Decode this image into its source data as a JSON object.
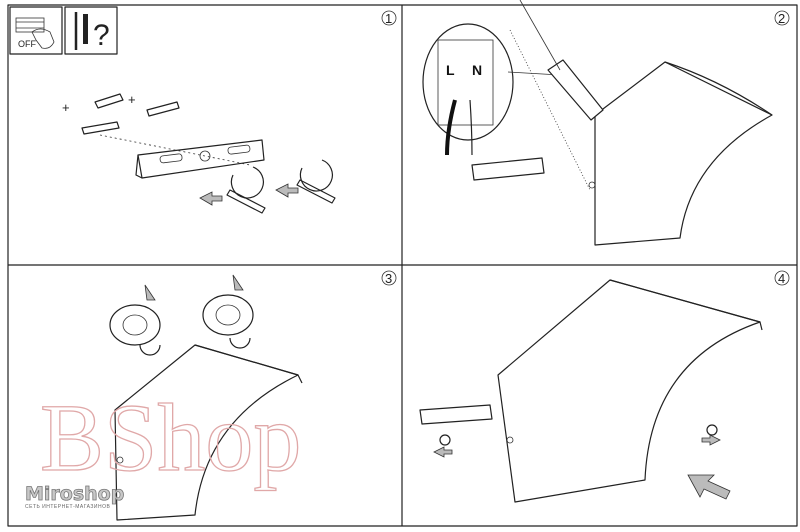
{
  "title": "Wall lamp installation instructions",
  "icons": {
    "power_off": {
      "icon": "breaker-switch-off-icon",
      "label": "OFF"
    },
    "fasteners": {
      "icon": "screw-and-dowel-icon",
      "label": "?"
    }
  },
  "steps": [
    {
      "number": "1",
      "description_icon": "mount-bracket-with-screws-and-dowels"
    },
    {
      "number": "2",
      "description_icon": "connect-wires-to-terminal"
    },
    {
      "number": "3",
      "description_icon": "screw-in-bulbs"
    },
    {
      "number": "4",
      "description_icon": "attach-lamp-to-bracket"
    }
  ],
  "terminal": {
    "live": "L",
    "neutral": "N"
  },
  "watermarks": {
    "bshop": "BShop",
    "miroshop": "Miroshop",
    "miroshop_tagline": "СЕТЬ ИНТЕРНЕТ-МАГАЗИНОВ"
  },
  "colors": {
    "line": "#222222",
    "watermark": "#e0a8a8",
    "arrow_fill": "#bbbbbb"
  }
}
